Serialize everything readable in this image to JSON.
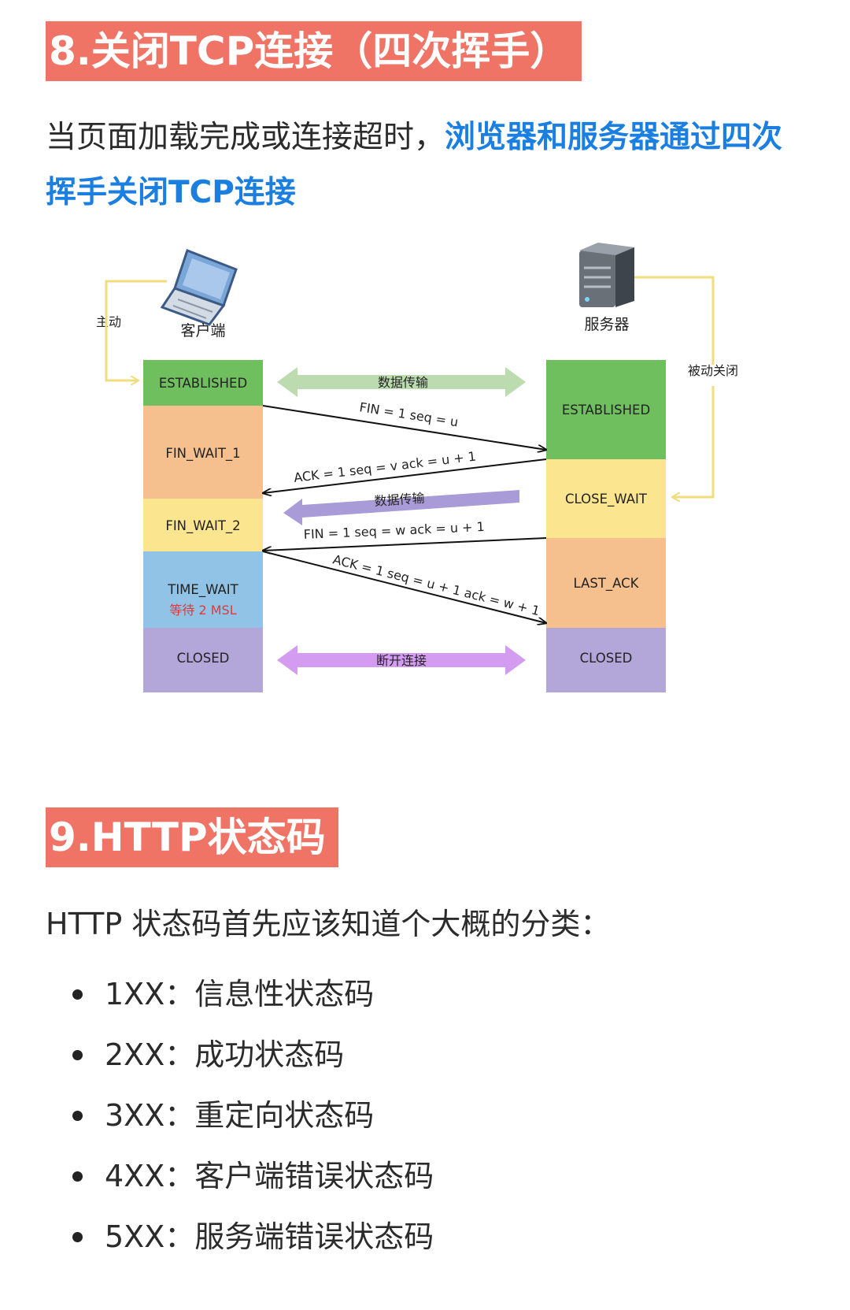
{
  "section8": {
    "title": "8.关闭TCP连接（四次挥手）",
    "intro_plain": "当页面加载完成或连接超时，",
    "intro_highlight": "浏览器和服务器通过四次挥手关闭TCP连接"
  },
  "diagram": {
    "client_label": "客户端",
    "server_label": "服务器",
    "active_label": "主动",
    "passive_label": "被动关闭",
    "client_states": [
      "ESTABLISHED",
      "FIN_WAIT_1",
      "FIN_WAIT_2",
      "TIME_WAIT",
      "CLOSED"
    ],
    "time_wait_note": "等待 2 MSL",
    "server_states": [
      "ESTABLISHED",
      "CLOSE_WAIT",
      "LAST_ACK",
      "CLOSED"
    ],
    "data_transfer_label": "数据传输",
    "data_transfer_label_2": "数据传输",
    "disconnect_label": "断开连接",
    "messages": [
      "FIN = 1 seq = u",
      "ACK = 1 seq = v ack = u + 1",
      "FIN = 1 seq = w ack = u + 1",
      "ACK = 1 seq = u + 1 ack = w + 1"
    ],
    "colors": {
      "established": "#6fbf5e",
      "fin_wait": "#f5c08e",
      "yellow": "#fbe58e",
      "time_wait": "#90c3e6",
      "closed": "#b3a6d8"
    }
  },
  "section9": {
    "title": "9.HTTP状态码",
    "intro": "HTTP 状态码首先应该知道个大概的分类：",
    "items": [
      "1XX：信息性状态码",
      "2XX：成功状态码",
      "3XX：重定向状态码",
      "4XX：客户端错误状态码",
      "5XX：服务端错误状态码"
    ]
  }
}
